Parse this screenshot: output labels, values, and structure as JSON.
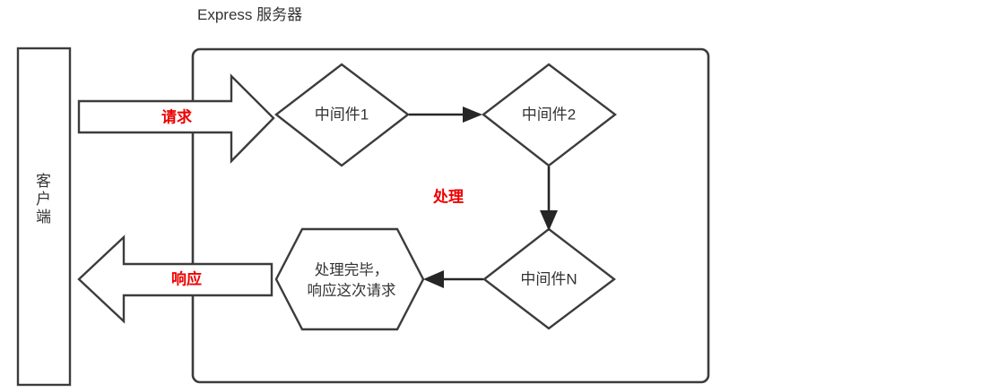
{
  "diagram": {
    "title": "Express 服务器",
    "colors": {
      "stroke": "#3c3c3c",
      "connector": "#262626",
      "text": "#333333",
      "accent_red": "#ee0000",
      "background": "#ffffff"
    },
    "client": {
      "label": "客户端"
    },
    "flows": [
      {
        "id": "request",
        "label": "请求",
        "direction": "right"
      },
      {
        "id": "response",
        "label": "响应",
        "direction": "left"
      }
    ],
    "nodes": [
      {
        "id": "middleware-1",
        "shape": "diamond",
        "label": "中间件1"
      },
      {
        "id": "middleware-2",
        "shape": "diamond",
        "label": "中间件2"
      },
      {
        "id": "middleware-n",
        "shape": "diamond",
        "label": "中间件N"
      },
      {
        "id": "done",
        "shape": "hexagon",
        "label_line1": "处理完毕，",
        "label_line2": "响应这次请求"
      }
    ],
    "edges": [
      {
        "id": "mw1-to-mw2",
        "from": "middleware-1",
        "to": "middleware-2",
        "label": ""
      },
      {
        "id": "mw2-to-mwn",
        "from": "middleware-2",
        "to": "middleware-n",
        "label": "处理"
      },
      {
        "id": "mwn-to-done",
        "from": "middleware-n",
        "to": "done",
        "label": ""
      }
    ],
    "edge_labels": {
      "processing": "处理"
    }
  }
}
